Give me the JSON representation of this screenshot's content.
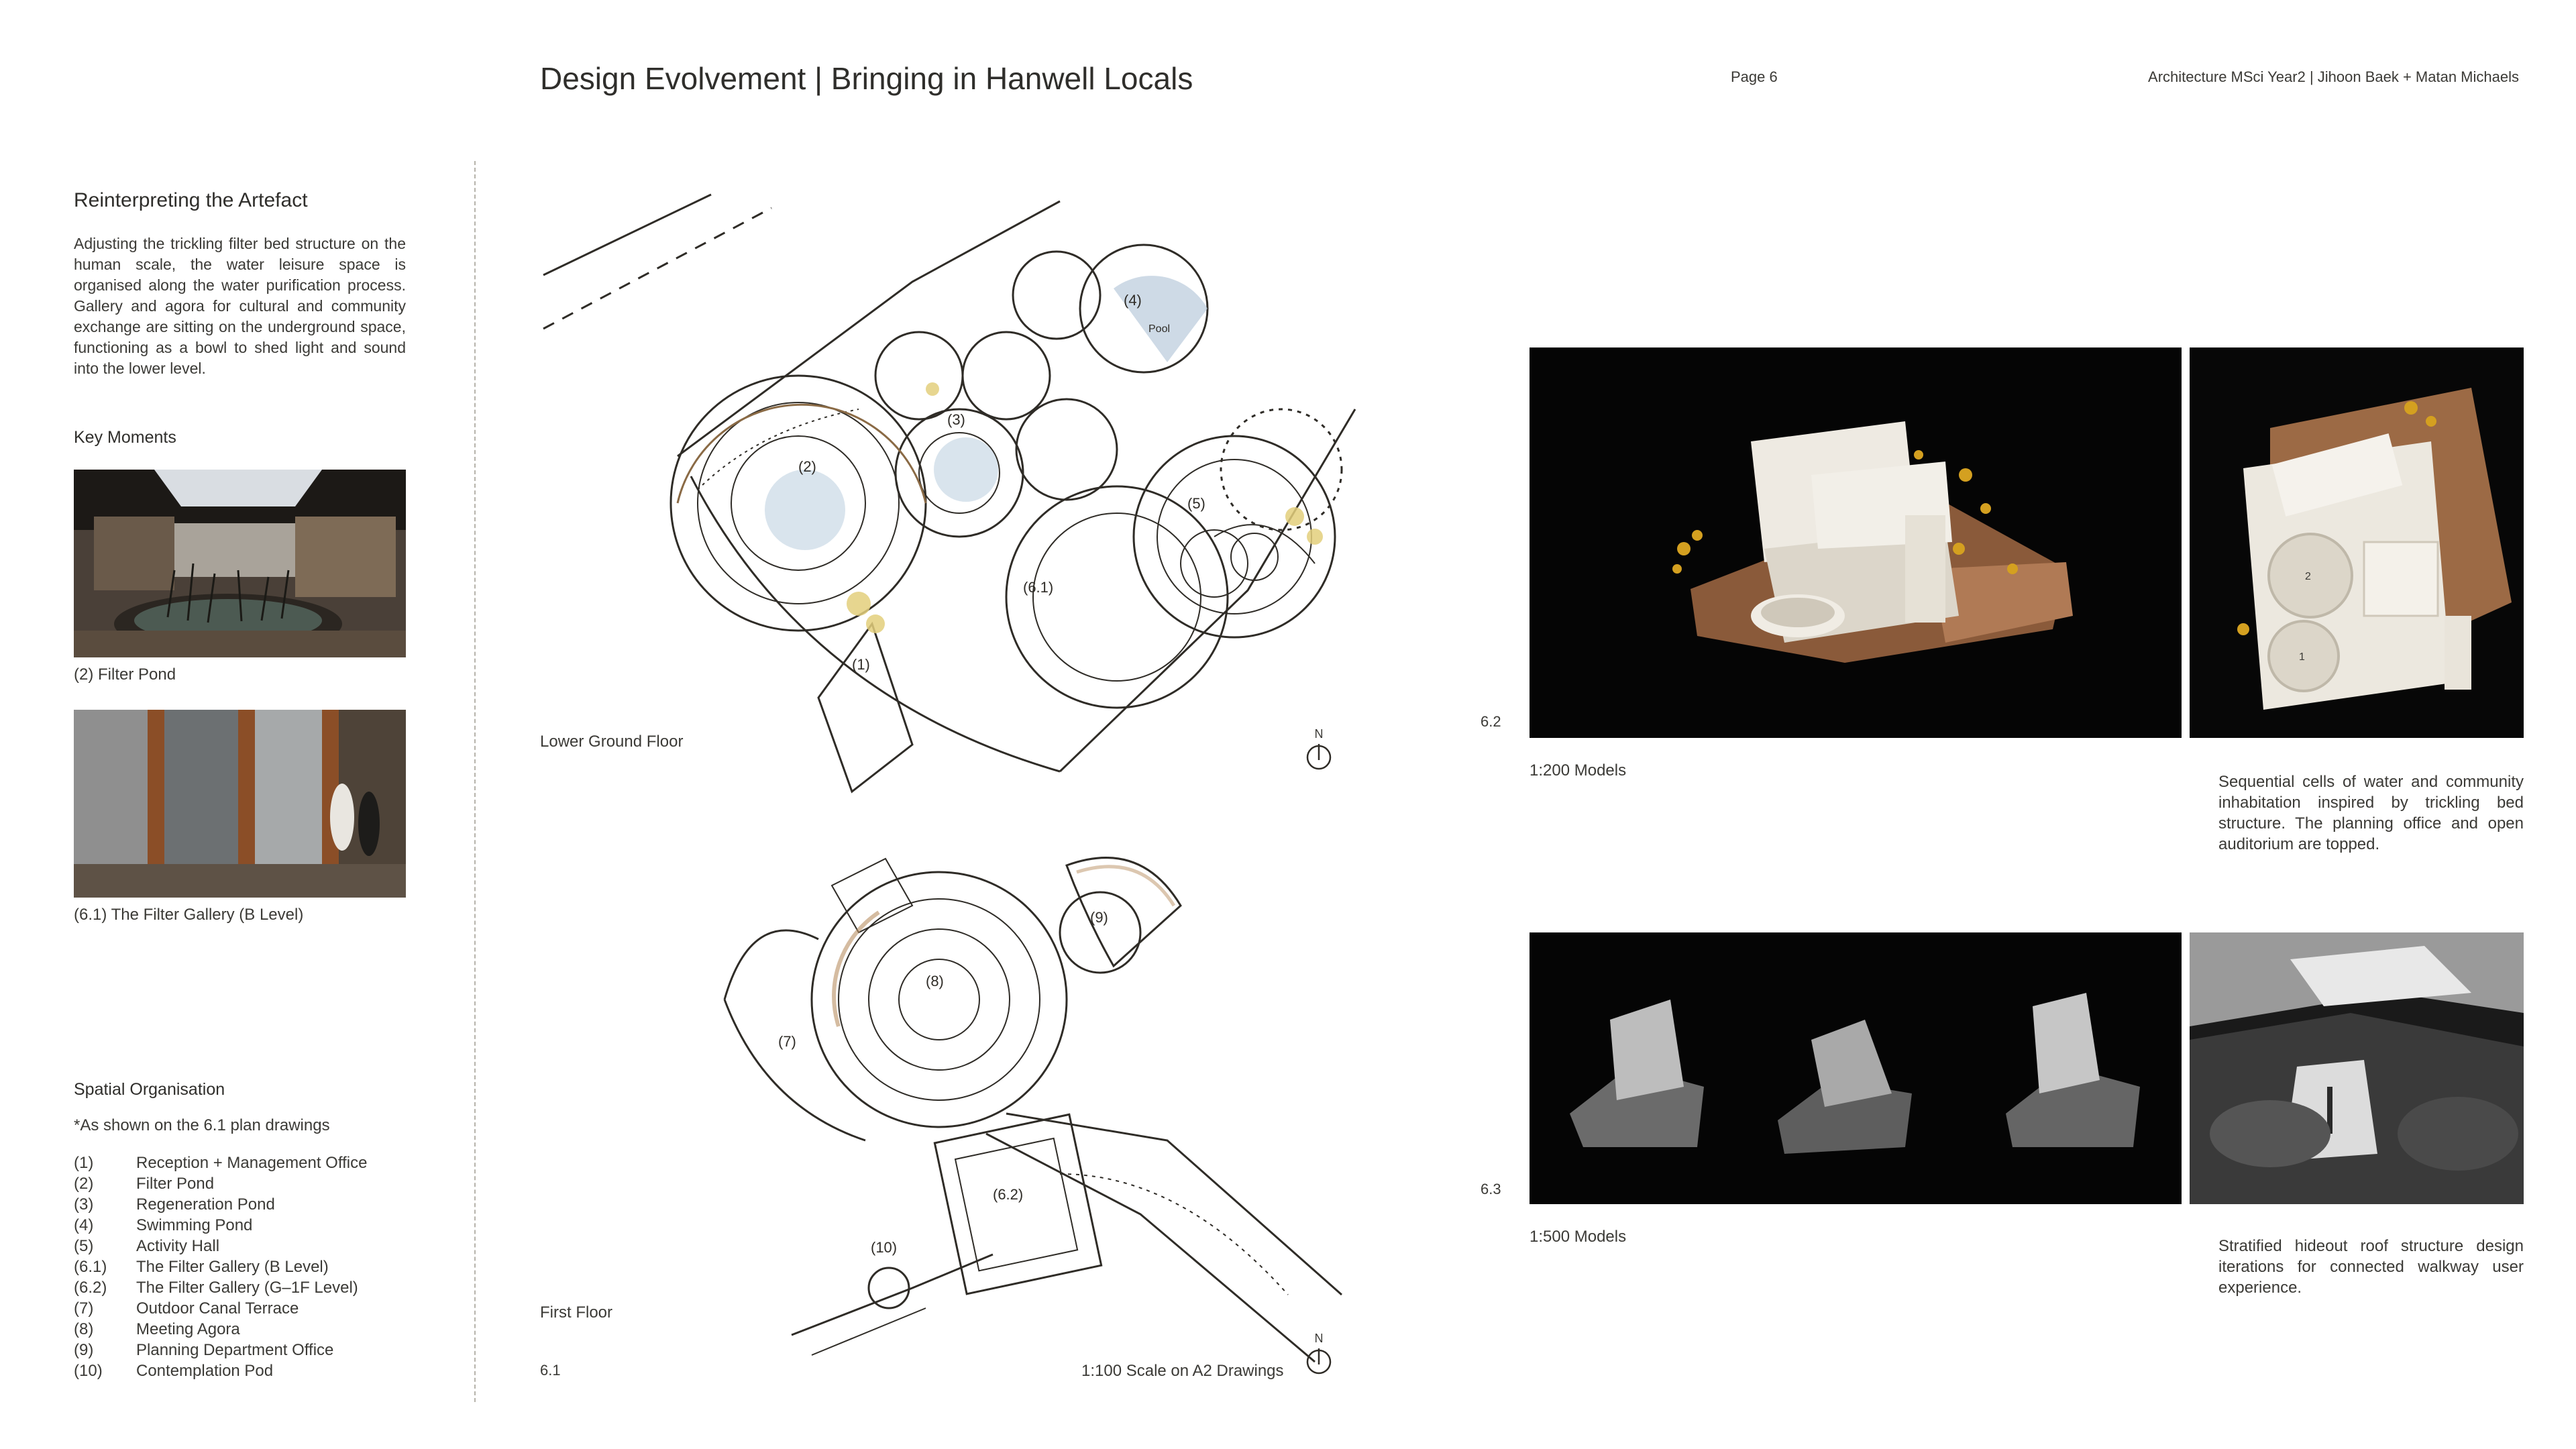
{
  "header": {
    "title": "Design Evolvement | Bringing in Hanwell Locals",
    "page": "Page 6",
    "credit": "Architecture MSci Year2 | Jihoon Baek + Matan Michaels"
  },
  "sidebar": {
    "heading": "Reinterpreting the Artefact",
    "intro": "Adjusting the trickling filter bed structure on the human scale, the water leisure space is organised along the water purification process. Gallery and agora for cultural and community exchange are sitting on the underground space, functioning as a bowl to shed light and sound into the lower level.",
    "key_moments_heading": "Key Moments",
    "photo1_caption": "(2) Filter Pond",
    "photo2_caption": "(6.1) The Filter Gallery (B Level)",
    "spatial_heading": "Spatial Organisation",
    "spatial_note": "*As shown on the 6.1 plan drawings",
    "spaces": [
      {
        "num": "(1)",
        "name": "Reception + Management Office"
      },
      {
        "num": "(2)",
        "name": "Filter Pond"
      },
      {
        "num": "(3)",
        "name": "Regeneration Pond"
      },
      {
        "num": "(4)",
        "name": "Swimming Pond"
      },
      {
        "num": "(5)",
        "name": "Activity Hall"
      },
      {
        "num": "(6.1)",
        "name": "The Filter Gallery (B Level)"
      },
      {
        "num": "(6.2)",
        "name": "The Filter Gallery (G–1F Level)"
      },
      {
        "num": "(7)",
        "name": "Outdoor Canal Terrace"
      },
      {
        "num": "(8)",
        "name": "Meeting Agora"
      },
      {
        "num": "(9)",
        "name": "Planning Department Office"
      },
      {
        "num": "(10)",
        "name": "Contemplation Pod"
      }
    ]
  },
  "plans": {
    "lower_label": "Lower Ground Floor",
    "first_label": "First Floor",
    "fig_num": "6.1",
    "scale_note": "1:100 Scale on A2 Drawings",
    "north": "N",
    "lower_tags": [
      "(1)",
      "(2)",
      "(3)",
      "(4)",
      "(5)",
      "(6.1)"
    ],
    "lower_pool": "Pool",
    "first_tags": [
      "(6.2)",
      "(7)",
      "(8)",
      "(9)",
      "(10)"
    ]
  },
  "models": {
    "fig2": "6.2",
    "fig3": "6.3",
    "label_200": "1:200 Models",
    "label_500": "1:500 Models",
    "desc_200": "Sequential cells of water and community inhabitation inspired by trickling bed structure. The planning office and open auditorium are topped.",
    "desc_500": "Stratified hideout roof structure design iterations for connected walkway user experience.",
    "topview_tags": [
      "2",
      "1"
    ]
  }
}
